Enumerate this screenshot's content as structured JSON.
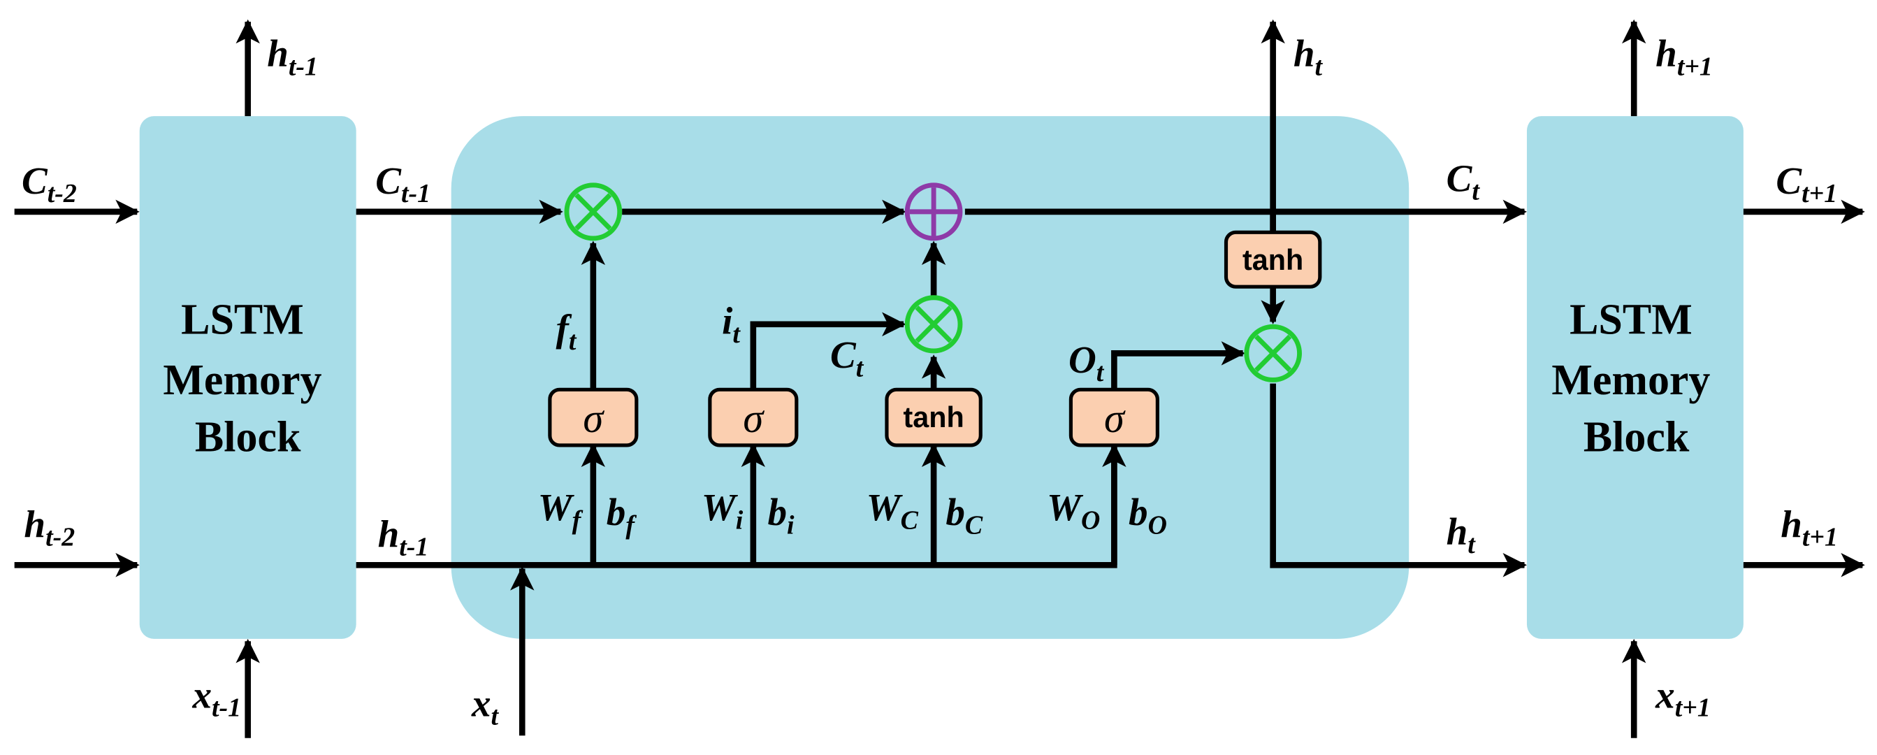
{
  "colors": {
    "block_fill": "#a8dde8",
    "gate_fill": "#fbcfb0",
    "multiply_stroke": "#22cc33",
    "add_stroke": "#8e3aa8",
    "line": "#000000"
  },
  "blocks": {
    "left_block": [
      "LSTM",
      "Memory",
      "Block"
    ],
    "right_block": [
      "LSTM",
      "Memory",
      "Block"
    ]
  },
  "ops": {
    "sigma": "σ",
    "tanh": "tanh"
  },
  "labels": {
    "c_t_minus_2": {
      "main": "C",
      "sub": "t-2"
    },
    "h_t_minus_2": {
      "main": "h",
      "sub": "t-2"
    },
    "h_t_minus_1_top": {
      "main": "h",
      "sub": "t-1"
    },
    "x_t_minus_1": {
      "main": "x",
      "sub": "t-1"
    },
    "c_t_minus_1": {
      "main": "C",
      "sub": "t-1"
    },
    "h_t_minus_1": {
      "main": "h",
      "sub": "t-1"
    },
    "x_t": {
      "main": "x",
      "sub": "t"
    },
    "f_t": {
      "main": "f",
      "sub": "t"
    },
    "i_t": {
      "main": "i",
      "sub": "t"
    },
    "c_t_candidate": {
      "main": "C",
      "sub": "t"
    },
    "o_t": {
      "main": "O",
      "sub": "t"
    },
    "w_f": {
      "main": "W",
      "sub": "f"
    },
    "b_f": {
      "main": "b",
      "sub": "f"
    },
    "w_i": {
      "main": "W",
      "sub": "i"
    },
    "b_i": {
      "main": "b",
      "sub": "i"
    },
    "w_c": {
      "main": "W",
      "sub": "C"
    },
    "b_c": {
      "main": "b",
      "sub": "C"
    },
    "w_o": {
      "main": "W",
      "sub": "O"
    },
    "b_o": {
      "main": "b",
      "sub": "O"
    },
    "h_t_top": {
      "main": "h",
      "sub": "t"
    },
    "c_t_out": {
      "main": "C",
      "sub": "t"
    },
    "h_t_out": {
      "main": "h",
      "sub": "t"
    },
    "h_t_plus_1_top": {
      "main": "h",
      "sub": "t+1"
    },
    "c_t_plus_1": {
      "main": "C",
      "sub": "t+1"
    },
    "h_t_plus_1": {
      "main": "h",
      "sub": "t+1"
    },
    "x_t_plus_1": {
      "main": "x",
      "sub": "t+1"
    }
  }
}
